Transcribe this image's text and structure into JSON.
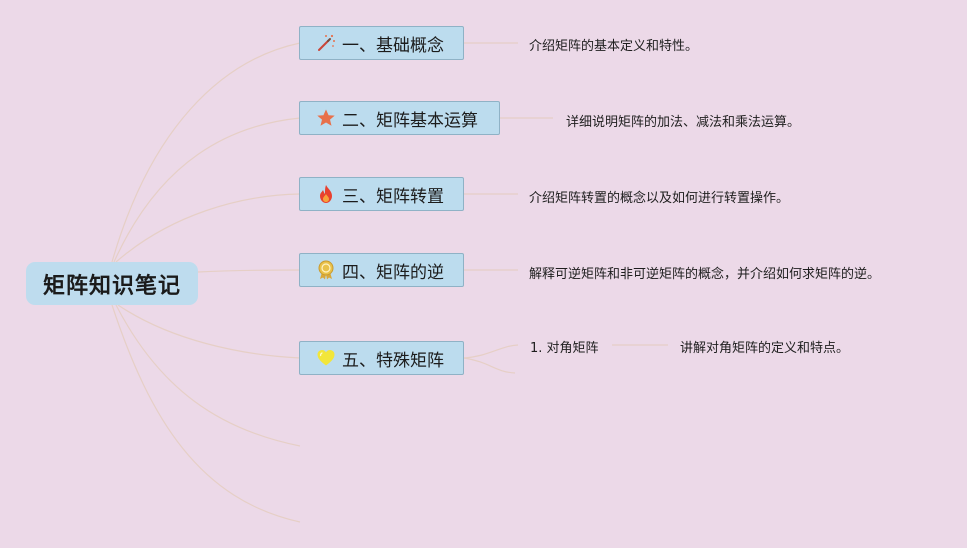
{
  "root": {
    "label": "矩阵知识笔记"
  },
  "topics": [
    {
      "label": "一、基础概念",
      "icon": "magic-wand-icon",
      "description": "介绍矩阵的基本定义和特性。"
    },
    {
      "label": "二、矩阵基本运算",
      "icon": "star-icon",
      "description": "详细说明矩阵的加法、减法和乘法运算。"
    },
    {
      "label": "三、矩阵转置",
      "icon": "fire-icon",
      "description": "介绍矩阵转置的概念以及如何进行转置操作。"
    },
    {
      "label": "四、矩阵的逆",
      "icon": "medal-icon",
      "description": "解释可逆矩阵和非可逆矩阵的概念，并介绍如何求矩阵的逆。"
    },
    {
      "label": "五、特殊矩阵",
      "icon": "heart-icon",
      "subtopics": [
        {
          "label": "1. 对角矩阵",
          "description": "讲解对角矩阵的定义和特点。"
        }
      ]
    }
  ],
  "colors": {
    "background": "#ecd9e8",
    "root_fill": "#bedcee",
    "topic_fill": "#bcdcee",
    "topic_border": "#8fb2c6",
    "connector": "#e6cfc6",
    "star": "#e8704a",
    "fire": "#e8402e",
    "medal": "#e9c24a",
    "heart": "#f2e63a"
  }
}
